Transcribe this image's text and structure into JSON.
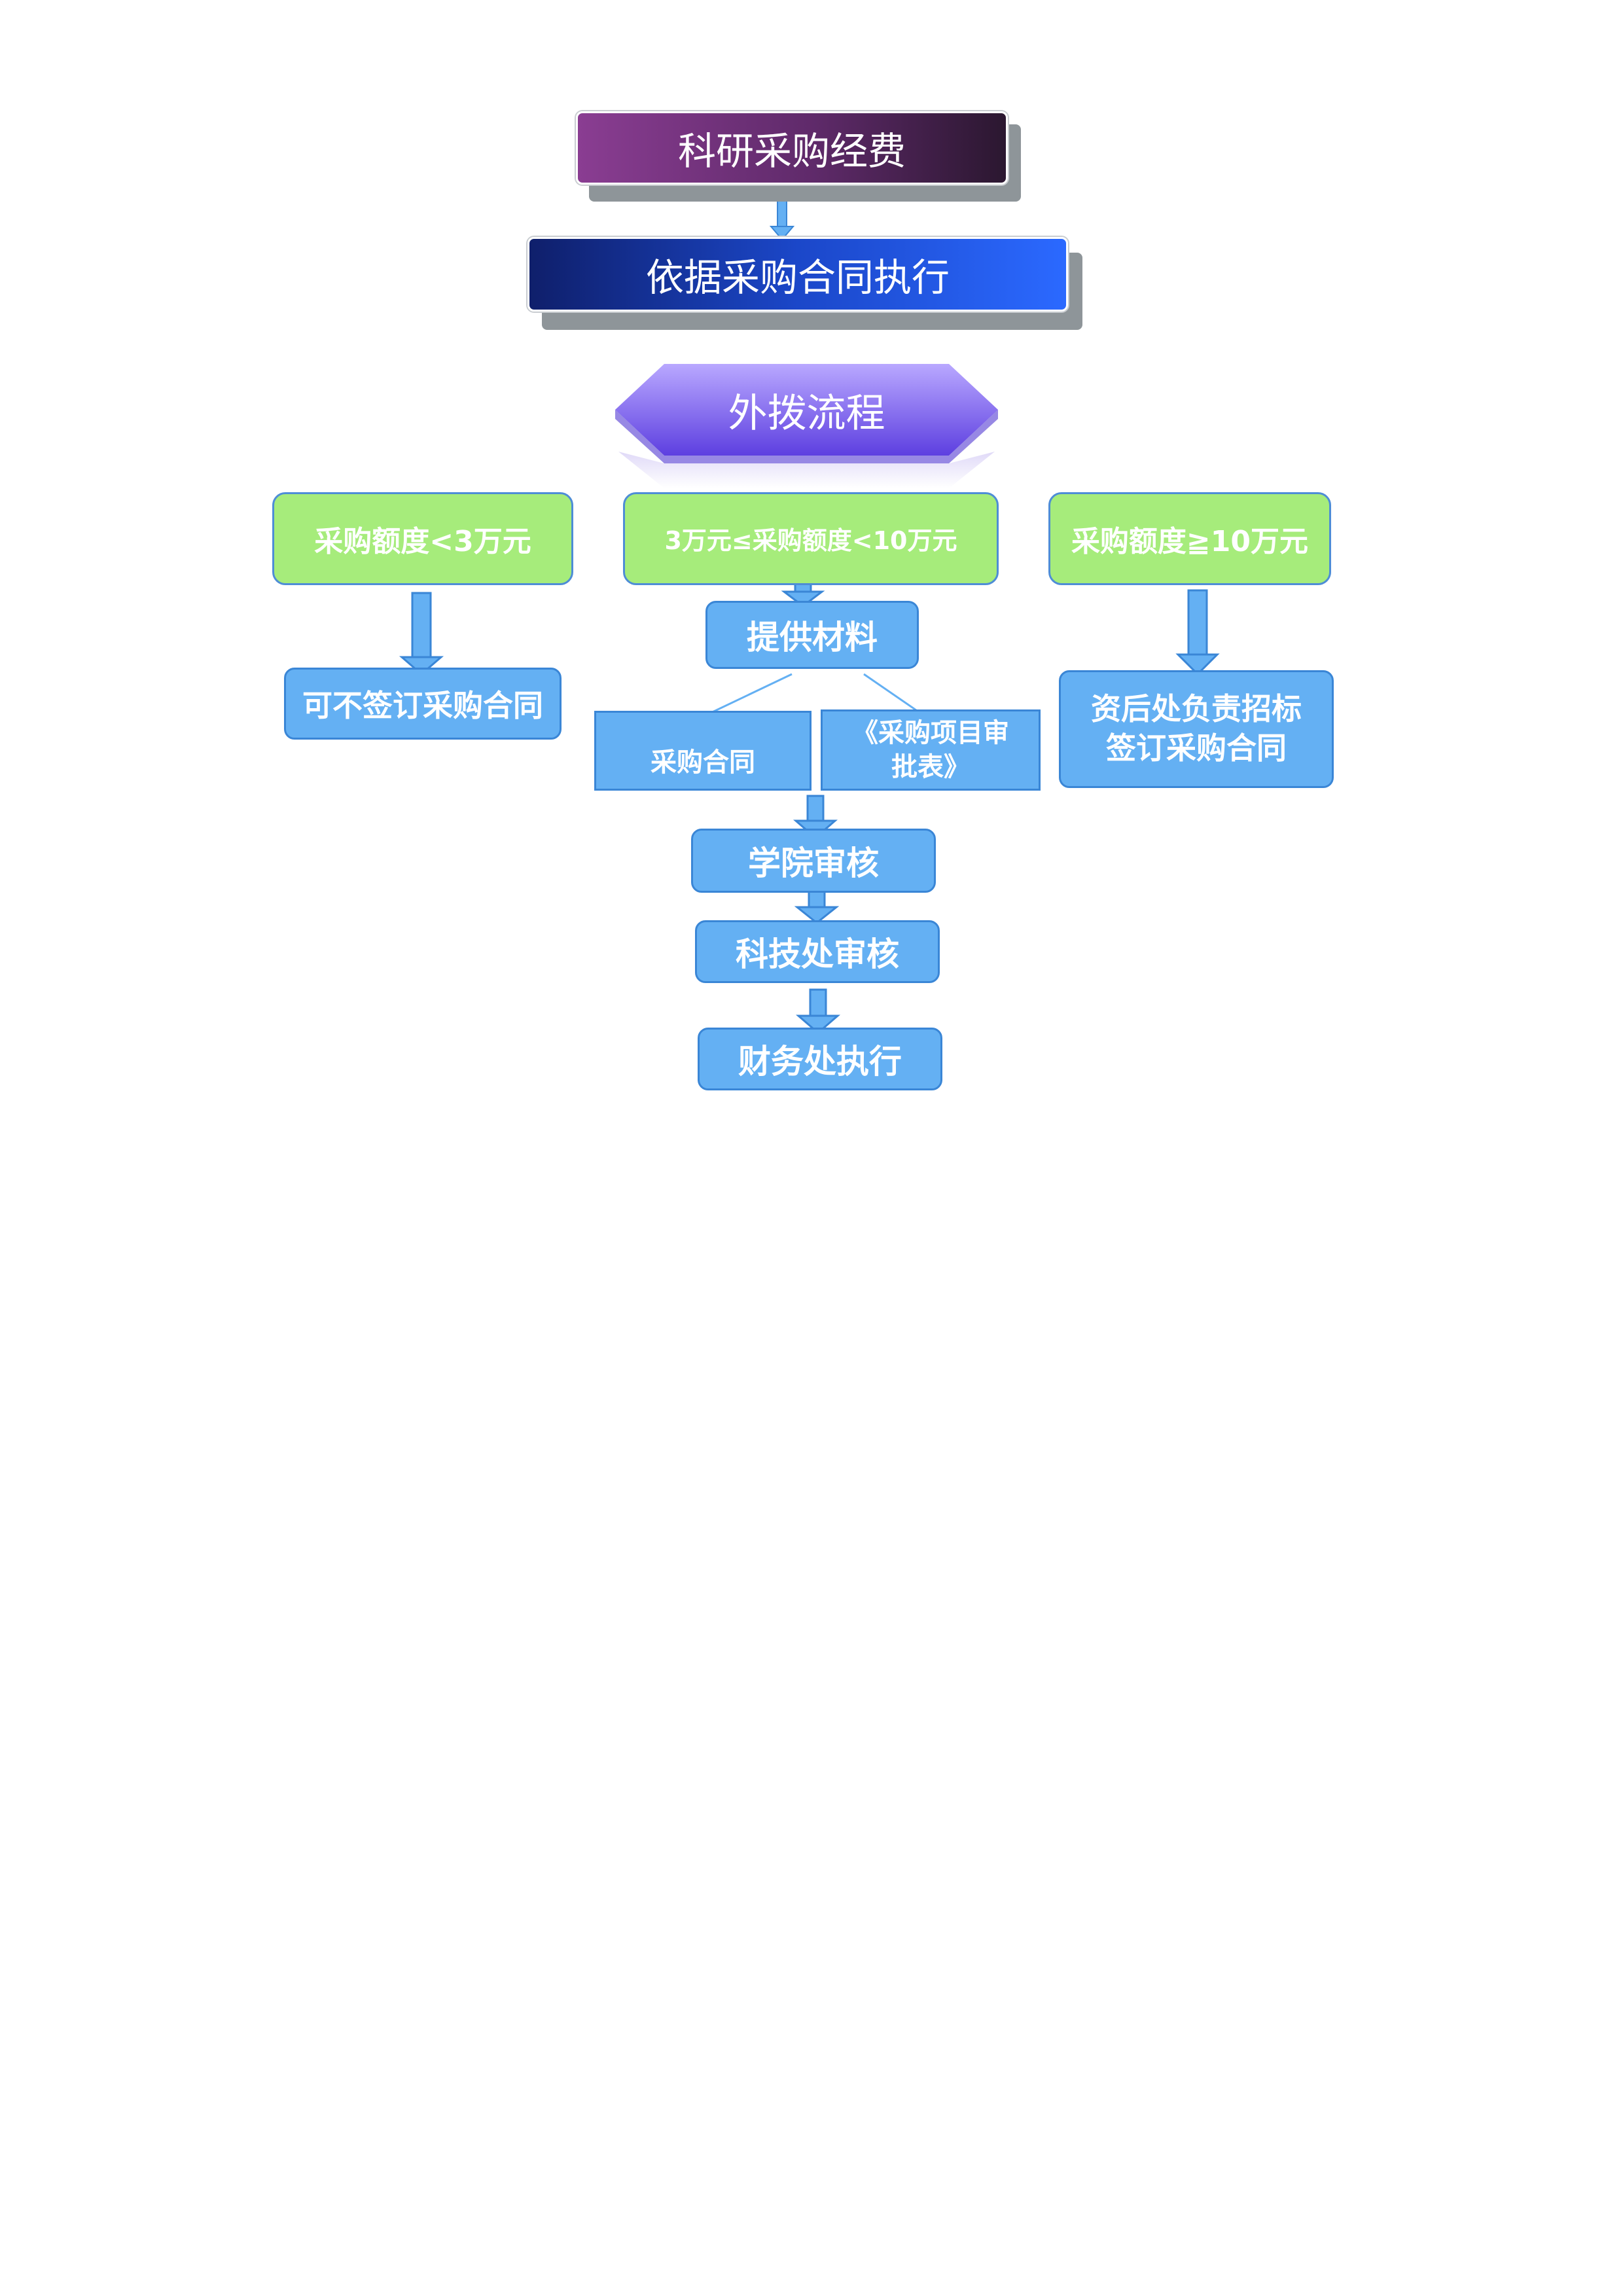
{
  "title_top": "科研采购经费",
  "title_second": "依据采购合同执行",
  "hexagon_label": "外拨流程",
  "branches": {
    "left": "采购额度<3万元",
    "middle": "3万元≤采购额度<10万元",
    "right": "采购额度≧10万元"
  },
  "left_result": "可不签订采购合同",
  "right_result_line1": "资后处负责招标",
  "right_result_line2": "签订采购合同",
  "provide_materials": "提供材料",
  "material_contract": "采购合同",
  "material_form_line1": "《采购项目审",
  "material_form_line2": "批表》",
  "step_college_review": "学院审核",
  "step_sci_tech_review": "科技处审核",
  "step_finance_execute": "财务处执行",
  "colors": {
    "green": "#a6ec7b",
    "blue": "#64b0f3",
    "border_blue": "#3a86d6",
    "purple": "#8a3d92",
    "navy": "#0f1f6b"
  }
}
